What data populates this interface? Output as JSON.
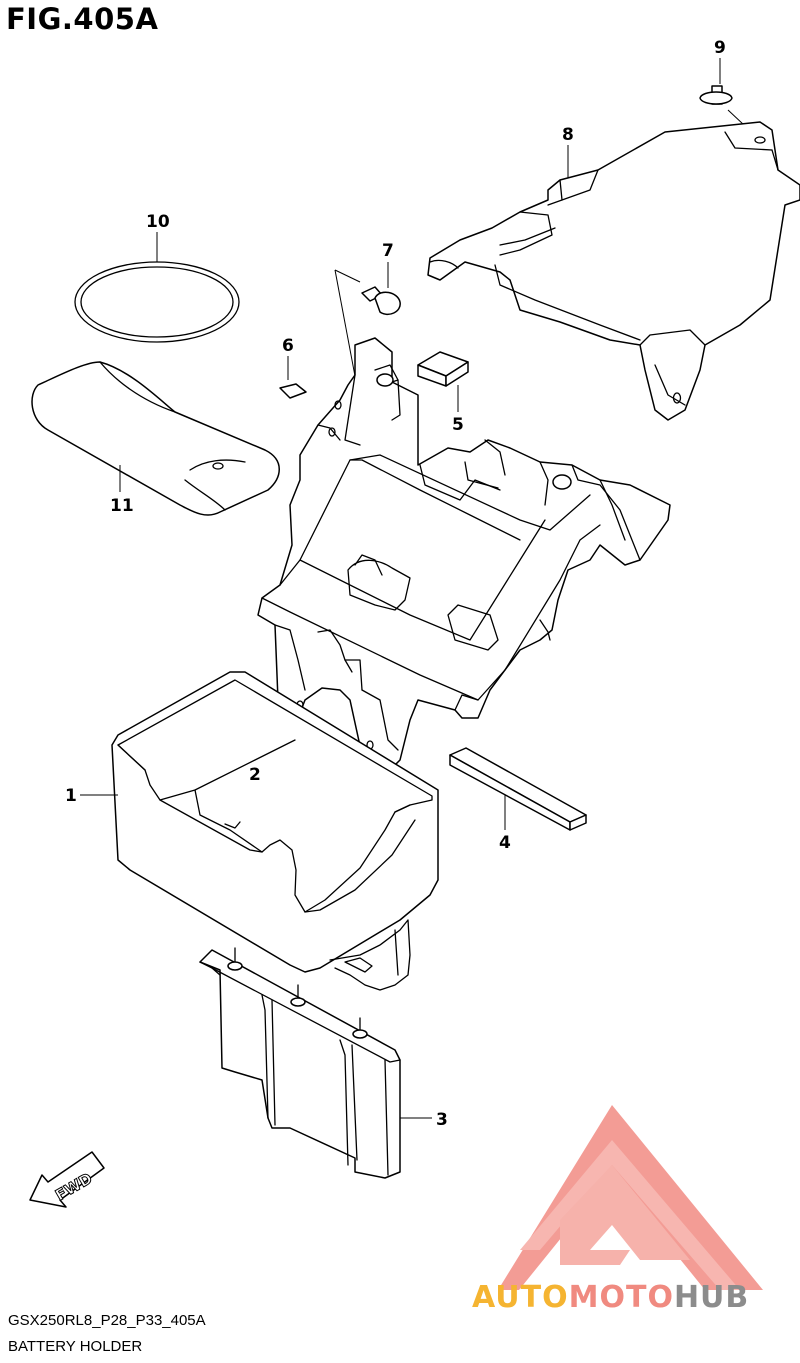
{
  "title": "FIG.405A",
  "callouts": [
    {
      "id": "1",
      "label": "1"
    },
    {
      "id": "2",
      "label": "2"
    },
    {
      "id": "3",
      "label": "3"
    },
    {
      "id": "4",
      "label": "4"
    },
    {
      "id": "5",
      "label": "5"
    },
    {
      "id": "6",
      "label": "6"
    },
    {
      "id": "7",
      "label": "7"
    },
    {
      "id": "8",
      "label": "8"
    },
    {
      "id": "9",
      "label": "9"
    },
    {
      "id": "10",
      "label": "10"
    },
    {
      "id": "11",
      "label": "11"
    }
  ],
  "fwd_label": "FWD",
  "watermark": {
    "part1": "AUTO",
    "part2": "MOTO",
    "part3": "HUB",
    "colors": {
      "auto": "#f5b431",
      "moto": "#f08a80",
      "hub": "#8c8c8c",
      "triangle": "#f07a72"
    }
  },
  "footer": {
    "code": "GSX250RL8_P28_P33_405A",
    "name": "BATTERY HOLDER"
  }
}
